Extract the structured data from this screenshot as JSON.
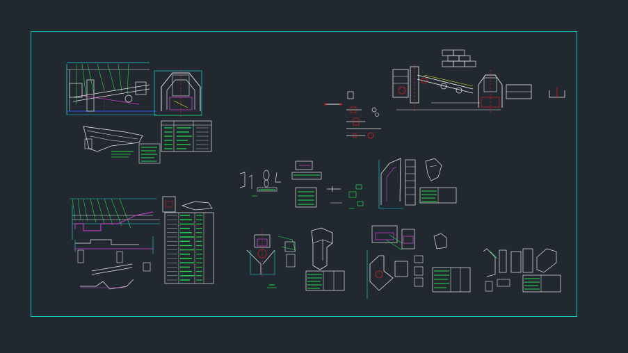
{
  "app": {
    "type": "CAD drawing viewport",
    "background": "#212830"
  },
  "colors": {
    "sheet_border": "#19c6c6",
    "white_lines": "#e8e8e8",
    "cyan_dims": "#22d3e6",
    "green_text": "#22e04a",
    "red_centerlines": "#e02020",
    "magenta": "#e040e0",
    "yellow": "#e0e020",
    "blue": "#3050ff"
  },
  "viewport": {
    "sheet_border_icon": "rectangle-frame-icon",
    "drawings": [
      "conveyor-elevation-top-left",
      "conveyor-section-top-left",
      "conveyor-isometric-top-left",
      "table-top-left",
      "detail-group-top-middle",
      "crusher-layout-top-right",
      "conveyor-elevation-middle-left",
      "table-middle-left",
      "chute-detail-center",
      "chute-elevation-center",
      "table-center",
      "hopper-detail-center-right",
      "table-center-right",
      "chute-detail-bottom-center",
      "table-bottom-center",
      "chute-detail-bottom-right",
      "table-bottom-right"
    ]
  }
}
